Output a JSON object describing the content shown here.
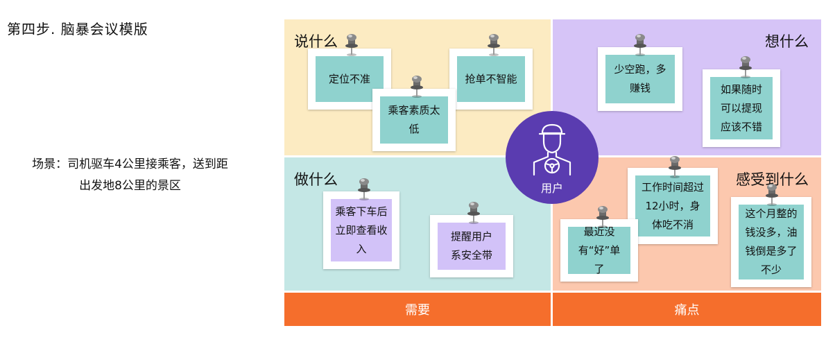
{
  "title": "第四步. 脑暴会议模版",
  "scene": {
    "line1": "场景：司机驱车4公里接乘客，送到距",
    "line2": "出发地8公里的景区"
  },
  "quadrants": {
    "say": "说什么",
    "think": "想什么",
    "do": "做什么",
    "feel": "感受到什么"
  },
  "center_label": "用户",
  "bottom": {
    "need": "需要",
    "pain": "痛点"
  },
  "notes": {
    "say": [
      "定位不准",
      "乘客素质太低",
      "抢单不智能"
    ],
    "think": [
      "少空跑，多赚钱",
      "如果随时可以提现应该不错"
    ],
    "do": [
      "乘客下车后立即查看收入",
      "提醒用户系安全带"
    ],
    "feel": [
      "工作时间超过12小时，身体吃不消",
      "最近没有“好”单了",
      "这个月整的钱没多，油钱倒是多了不少"
    ]
  },
  "colors": {
    "accent_orange": "#f56e2c",
    "center_purple": "#5a3cb0",
    "note_teal": "#8fd2ce",
    "note_lilac": "#d2c2f8"
  }
}
